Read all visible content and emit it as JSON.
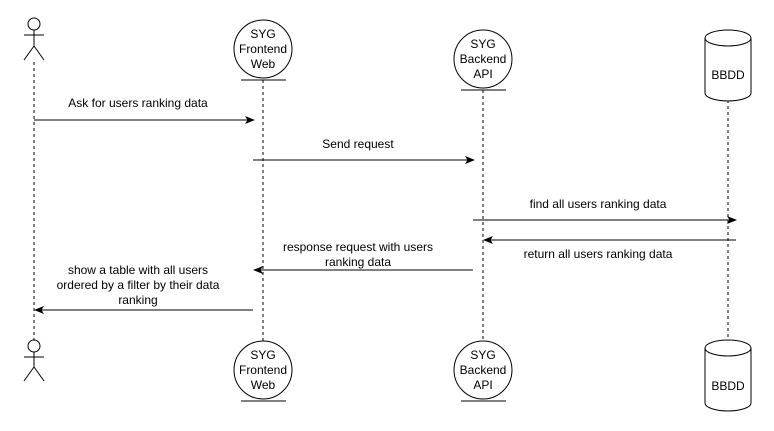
{
  "participants": {
    "user": {
      "label": ""
    },
    "frontend": {
      "label_lines": [
        "SYG",
        "Frontend",
        "Web"
      ]
    },
    "backend": {
      "label_lines": [
        "SYG",
        "Backend",
        "API"
      ]
    },
    "database": {
      "label": "BBDD"
    }
  },
  "messages": [
    {
      "lines": [
        "Ask for users ranking data"
      ]
    },
    {
      "lines": [
        "Send request"
      ]
    },
    {
      "lines": [
        "find all users ranking data"
      ]
    },
    {
      "lines": [
        "return all users ranking data"
      ]
    },
    {
      "lines": [
        "response request with users",
        "ranking data"
      ]
    },
    {
      "lines": [
        "show a table with all users",
        "ordered by a filter by their data",
        "ranking"
      ]
    }
  ]
}
